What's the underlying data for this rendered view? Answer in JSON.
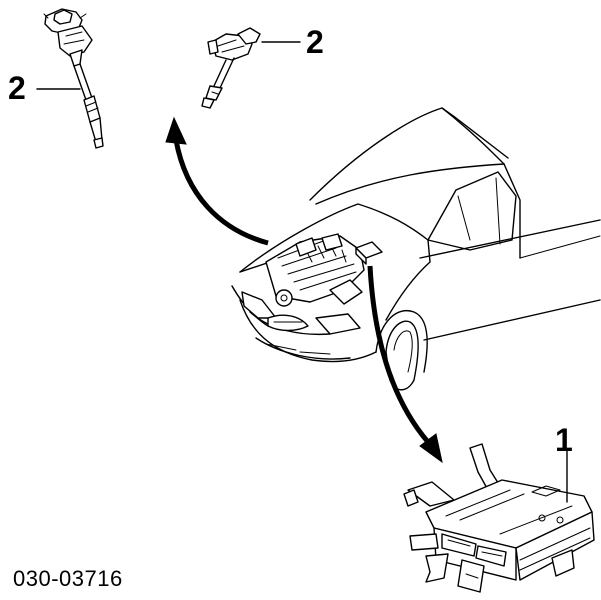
{
  "callouts": {
    "coil_left": "2",
    "coil_right": "2",
    "ecu": "1"
  },
  "part_number": "030-03716"
}
